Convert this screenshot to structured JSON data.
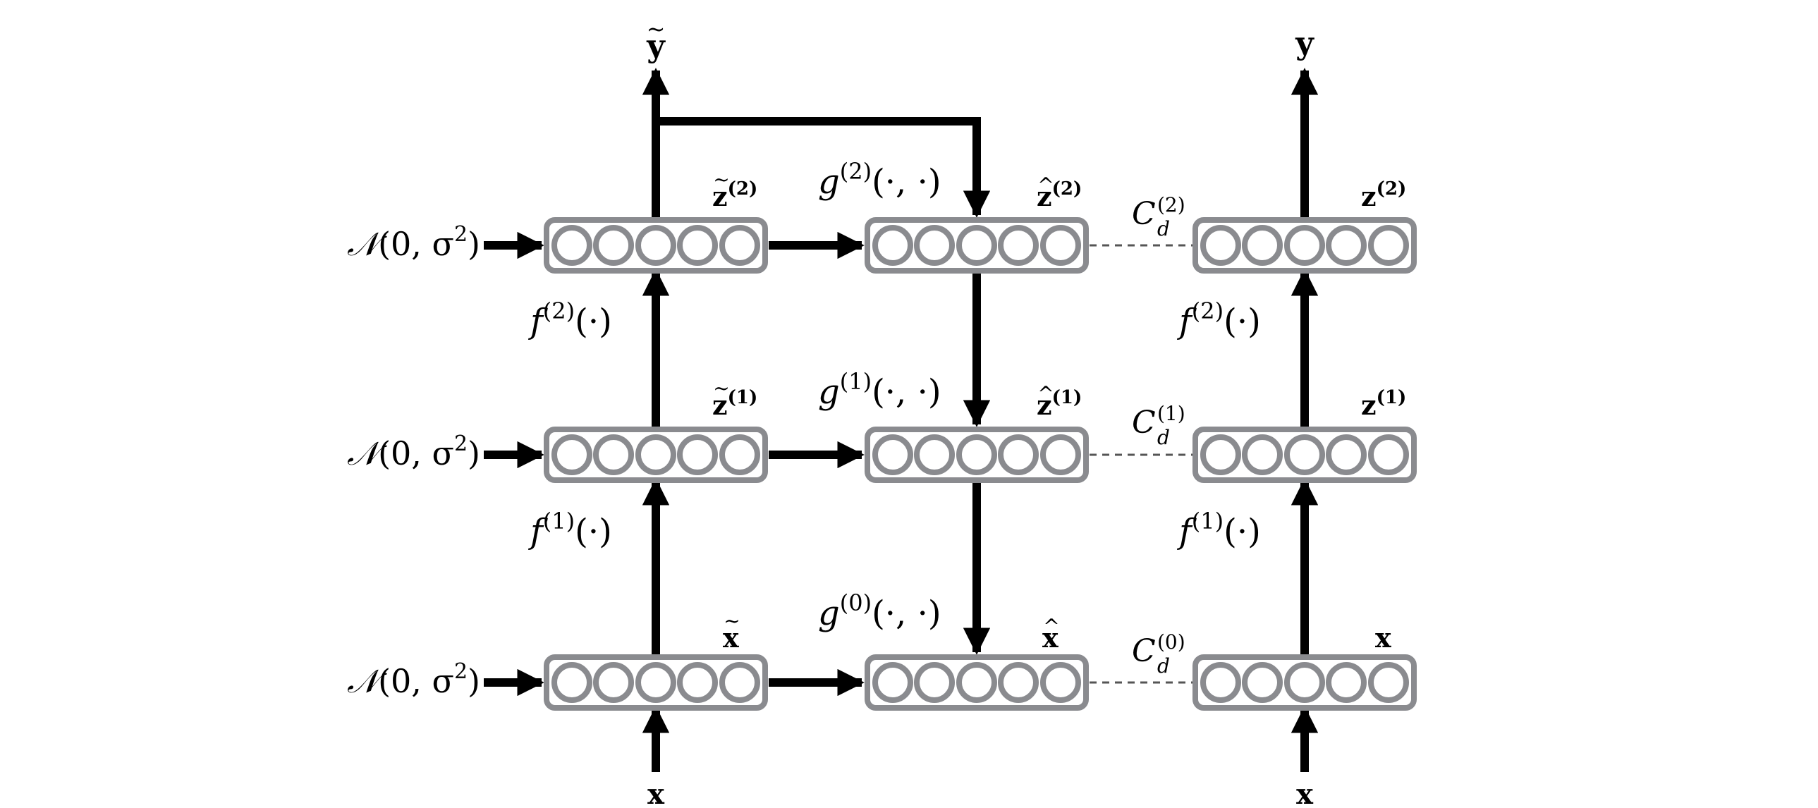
{
  "diagram": {
    "noise_label": "𝒩(0, σ²)",
    "noise_script_n": "𝒩",
    "noise_args": "(0, σ",
    "noise_sup": "2",
    "noise_close": ")",
    "input_label": "x",
    "corrupted_output_label": "y",
    "clean_output_label": "y",
    "left_column": {
      "layer_labels": [
        {
          "base": "x",
          "sup": ""
        },
        {
          "base": "z",
          "sup": "(1)"
        },
        {
          "base": "z",
          "sup": "(2)"
        }
      ]
    },
    "middle_column": {
      "layer_labels": [
        {
          "base": "x",
          "sup": ""
        },
        {
          "base": "z",
          "sup": "(1)"
        },
        {
          "base": "z",
          "sup": "(2)"
        }
      ]
    },
    "right_column": {
      "layer_labels": [
        {
          "base": "x",
          "sup": ""
        },
        {
          "base": "z",
          "sup": "(1)"
        },
        {
          "base": "z",
          "sup": "(2)"
        }
      ]
    },
    "encoder_functions": [
      {
        "name": "f",
        "sup": "(1)",
        "args": "(·)"
      },
      {
        "name": "f",
        "sup": "(2)",
        "args": "(·)"
      }
    ],
    "decoder_functions": [
      {
        "name": "g",
        "sup": "(0)",
        "args": "(·, ·)"
      },
      {
        "name": "g",
        "sup": "(1)",
        "args": "(·, ·)"
      },
      {
        "name": "g",
        "sup": "(2)",
        "args": "(·, ·)"
      }
    ],
    "costs": [
      {
        "name": "C",
        "sub": "d",
        "sup": "(0)"
      },
      {
        "name": "C",
        "sub": "d",
        "sup": "(1)"
      },
      {
        "name": "C",
        "sub": "d",
        "sup": "(2)"
      }
    ],
    "colors": {
      "layer_box": "#8a8b8f",
      "arrow": "#000000",
      "dashed_link": "#555555"
    }
  }
}
